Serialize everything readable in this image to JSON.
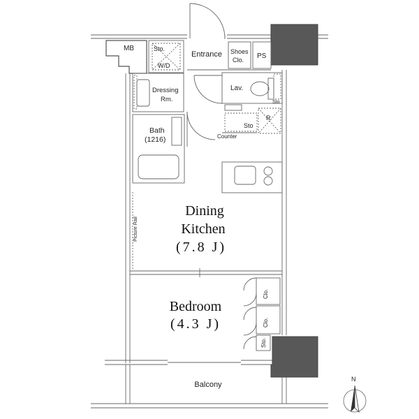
{
  "labels": {
    "mb": "MB",
    "sto_top": "Sto.",
    "wd": "W/D",
    "entrance": "Entrance",
    "shoes_line1": "Shoes",
    "shoes_line2": "Clo.",
    "ps": "PS",
    "lav": "Lav.",
    "dressing_line1": "Dressing",
    "dressing_line2": "Rm.",
    "sto_toilet": "Sto",
    "sto_mid": "Sto",
    "r": "R",
    "counter": "Counter",
    "bath_line1": "Bath",
    "bath_line2": "(1216)",
    "picture_rail": "Picture Rail",
    "dining_line1": "Dining",
    "dining_line2": "Kitchen",
    "dining_line3": "(7.8 J)",
    "bedroom_line1": "Bedroom",
    "bedroom_line2": "(4.3 J)",
    "clo_a": "Clo.",
    "clo_b": "Clo.",
    "sto_bottom": "Sto.",
    "balcony": "Balcony",
    "north": "N"
  },
  "colors": {
    "wall": "#555555",
    "column": "#585858",
    "line": "#666666"
  },
  "icons": [
    "north-arrow-icon",
    "sink-icon",
    "stove-icon",
    "toilet-icon",
    "bathtub-icon",
    "washbasin-icon"
  ]
}
